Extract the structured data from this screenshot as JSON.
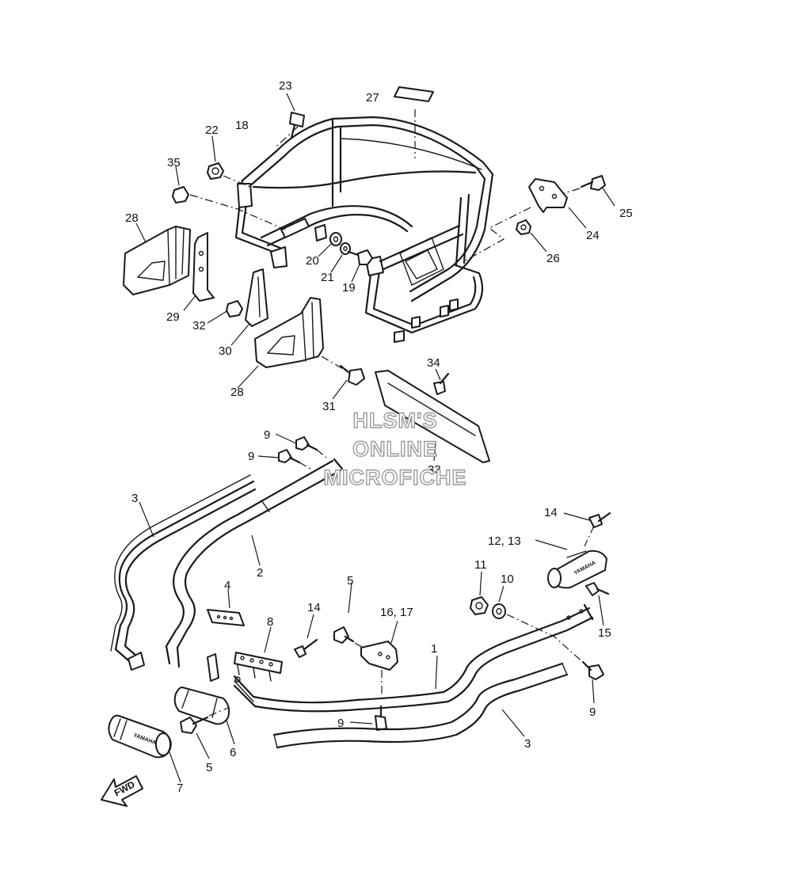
{
  "watermark": {
    "line1": "HLSM'S",
    "line2": "ONLINE",
    "line3": "MICROFICHE"
  },
  "direction_label": "FWD",
  "brand_marks": [
    "YAMAHA",
    "YAMAHA"
  ],
  "callouts": {
    "c1": "1",
    "c2": "2",
    "c3a": "3",
    "c3b": "3",
    "c4": "4",
    "c5a": "5",
    "c5b": "5",
    "c6": "6",
    "c7": "7",
    "c8": "8",
    "c9a": "9",
    "c9b": "9",
    "c9c": "9",
    "c9d": "9",
    "c10": "10",
    "c11": "11",
    "c12_13": "12, 13",
    "c14a": "14",
    "c14b": "14",
    "c15": "15",
    "c16_17": "16, 17",
    "c18": "18",
    "c19": "19",
    "c20": "20",
    "c21": "21",
    "c22": "22",
    "c23": "23",
    "c24": "24",
    "c25": "25",
    "c26": "26",
    "c27": "27",
    "c28a": "28",
    "c28b": "28",
    "c29": "29",
    "c30": "30",
    "c31": "31",
    "c32": "32",
    "c33": "33",
    "c34": "34",
    "c35": "35"
  }
}
